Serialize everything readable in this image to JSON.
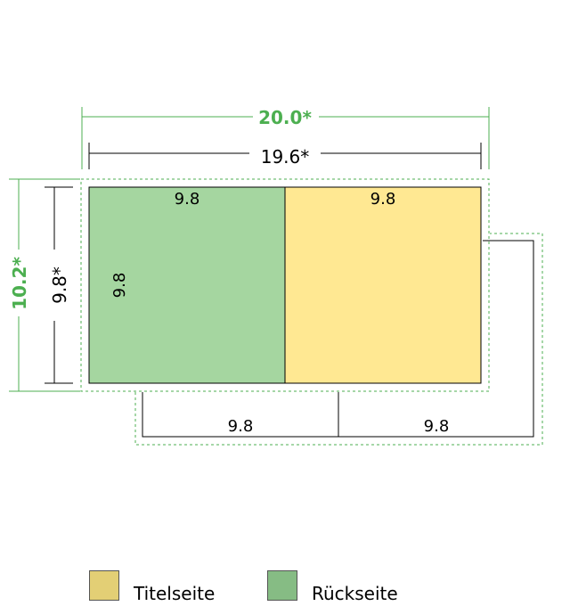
{
  "dimensions": {
    "outer_width": "20.0*",
    "inner_width": "19.6*",
    "outer_height": "10.2*",
    "inner_height": "9.8*"
  },
  "panels": {
    "back_top": "9.8",
    "front_top": "9.8",
    "back_side": "9.8",
    "bottom_left": "9.8",
    "bottom_right": "9.8"
  },
  "colors": {
    "back_fill": "#a5d6a0",
    "front_fill": "#ffe892",
    "dim_accent": "#4caf50",
    "legend_front": "#e3cf75",
    "legend_back": "#86bc84"
  },
  "legend": {
    "front_label": "Titelseite",
    "back_label": "Rückseite"
  }
}
